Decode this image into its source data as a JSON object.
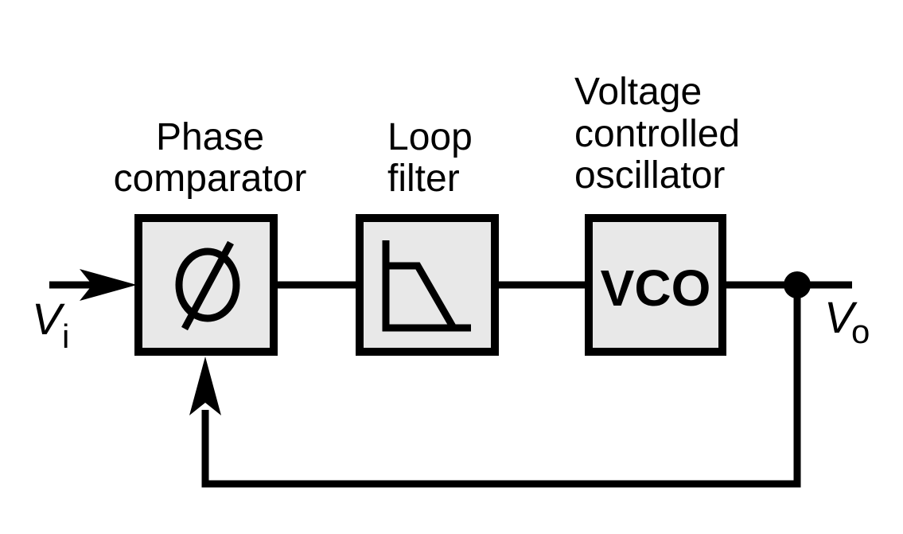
{
  "blocks": {
    "phase_comparator": {
      "label_line1": "Phase",
      "label_line2": "comparator",
      "symbol": "phi-symbol"
    },
    "loop_filter": {
      "label_line1": "Loop",
      "label_line2": "filter",
      "symbol": "lowpass-filter-icon"
    },
    "vco": {
      "label_line1": "Voltage",
      "label_line2": "controlled",
      "label_line3": "oscillator",
      "symbol_text": "VCO"
    }
  },
  "signals": {
    "input_main": "V",
    "input_sub": "i",
    "output_main": "V",
    "output_sub": "o"
  },
  "colors": {
    "block_fill": "#e8e8e8",
    "stroke": "#000000",
    "background": "#ffffff"
  }
}
